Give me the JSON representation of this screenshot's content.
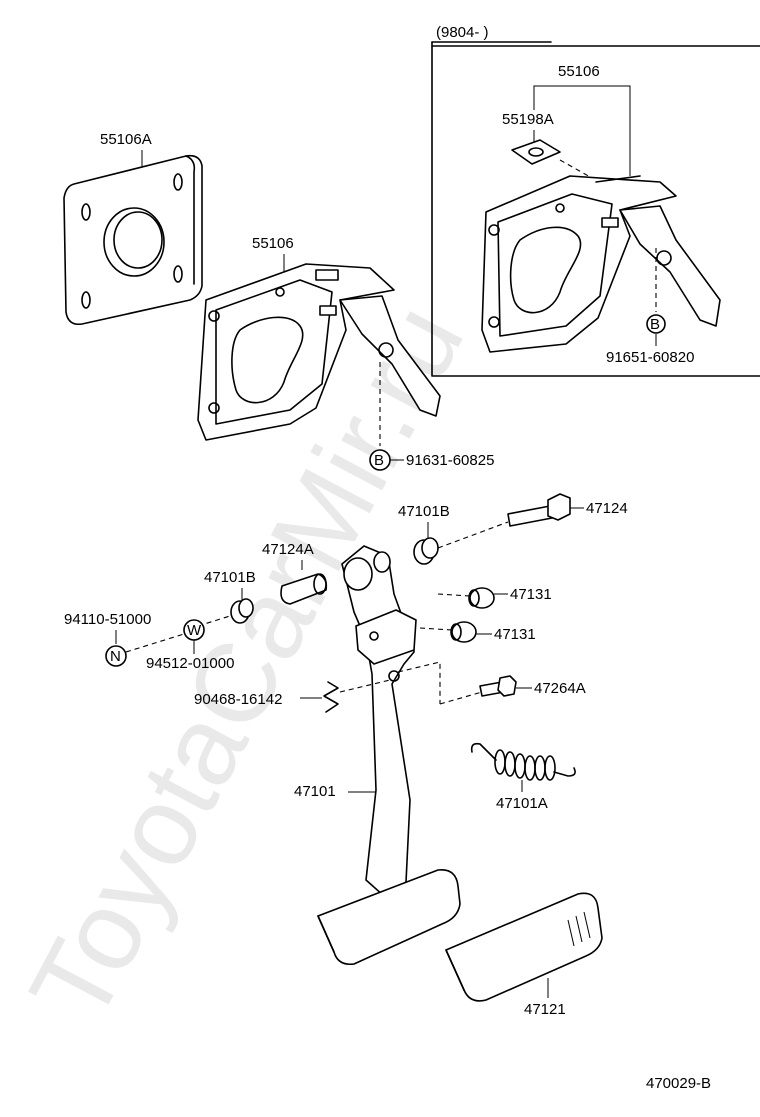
{
  "watermark": "ToyotaCarMir.ru",
  "inset": {
    "range_label": "(9804-       )"
  },
  "parts": {
    "pad_55106A": "55106A",
    "bracket_55106": "55106",
    "bracket_55106_inset": "55106",
    "nut_55198A": "55198A",
    "bolt_91631": "91631-60825",
    "bolt_91651": "91651-60820",
    "bolt_47124": "47124",
    "bushing_47101B_right": "47101B",
    "collar_47124A": "47124A",
    "bushing_47101B_left": "47101B",
    "nut_94110": "94110-51000",
    "washer_94512": "94512-01000",
    "clip_90468": "90468-16142",
    "stopper_47131_a": "47131",
    "stopper_47131_b": "47131",
    "bolt_47264A": "47264A",
    "spring_47101A": "47101A",
    "pedal_47101": "47101",
    "pad_47121": "47121"
  },
  "callouts": {
    "B_main": "B",
    "B_inset": "B",
    "N": "N",
    "W": "W"
  },
  "diagram_id": "470029-B"
}
